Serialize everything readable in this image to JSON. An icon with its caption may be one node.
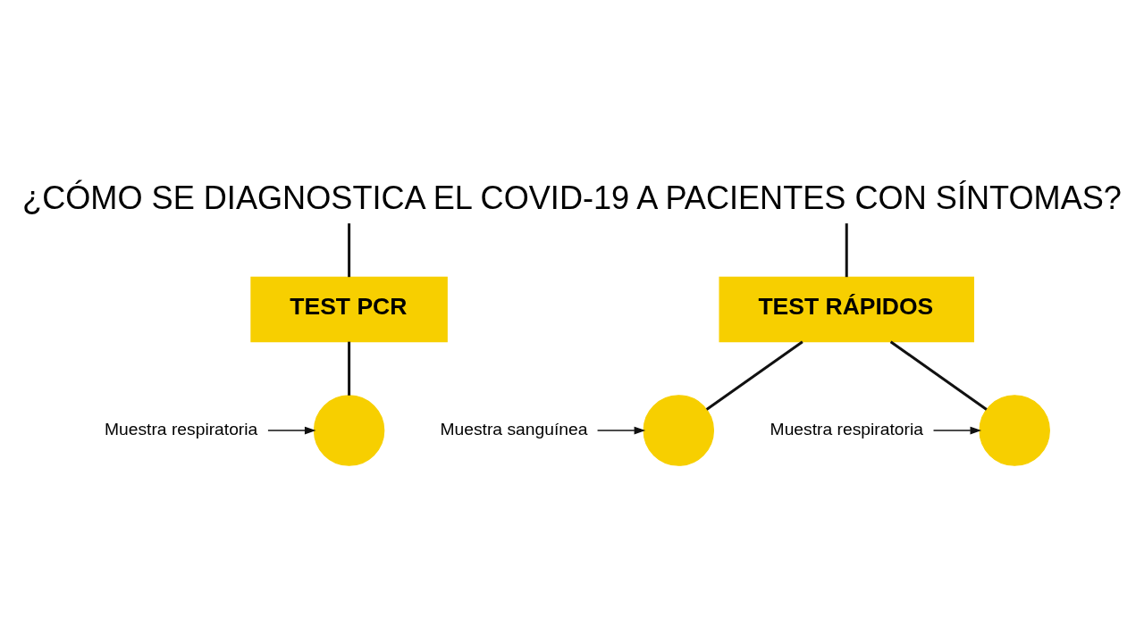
{
  "diagram": {
    "title": "¿CÓMO SE DIAGNOSTICA EL COVID-19 A PACIENTES CON SÍNTOMAS?",
    "nodes": [
      {
        "text": [
          "TEST PCR"
        ]
      },
      {
        "text": [
          "TEST RÁPIDOS"
        ]
      },
      {
        "text": [
          "Muestra respiratoria"
        ]
      },
      {
        "text": [],
        "shape": "circle"
      },
      {
        "text": [
          "Muestra sanguínea"
        ]
      },
      {
        "text": [],
        "shape": "circle"
      },
      {
        "text": [
          "Muestra respiratoria"
        ]
      },
      {
        "text": [],
        "shape": "circle"
      }
    ],
    "edges": [
      {
        "from": null,
        "to": 0,
        "arrow": "none"
      },
      {
        "from": null,
        "to": 1,
        "arrow": "none"
      },
      {
        "from": 0,
        "to": 3,
        "arrow": "none"
      },
      {
        "from": 1,
        "to": 5,
        "arrow": "none"
      },
      {
        "from": 1,
        "to": 7,
        "arrow": "none"
      },
      {
        "from": 2,
        "to": 3,
        "arrow": "to"
      },
      {
        "from": 4,
        "to": 5,
        "arrow": "to"
      },
      {
        "from": 6,
        "to": 7,
        "arrow": "to"
      }
    ]
  }
}
